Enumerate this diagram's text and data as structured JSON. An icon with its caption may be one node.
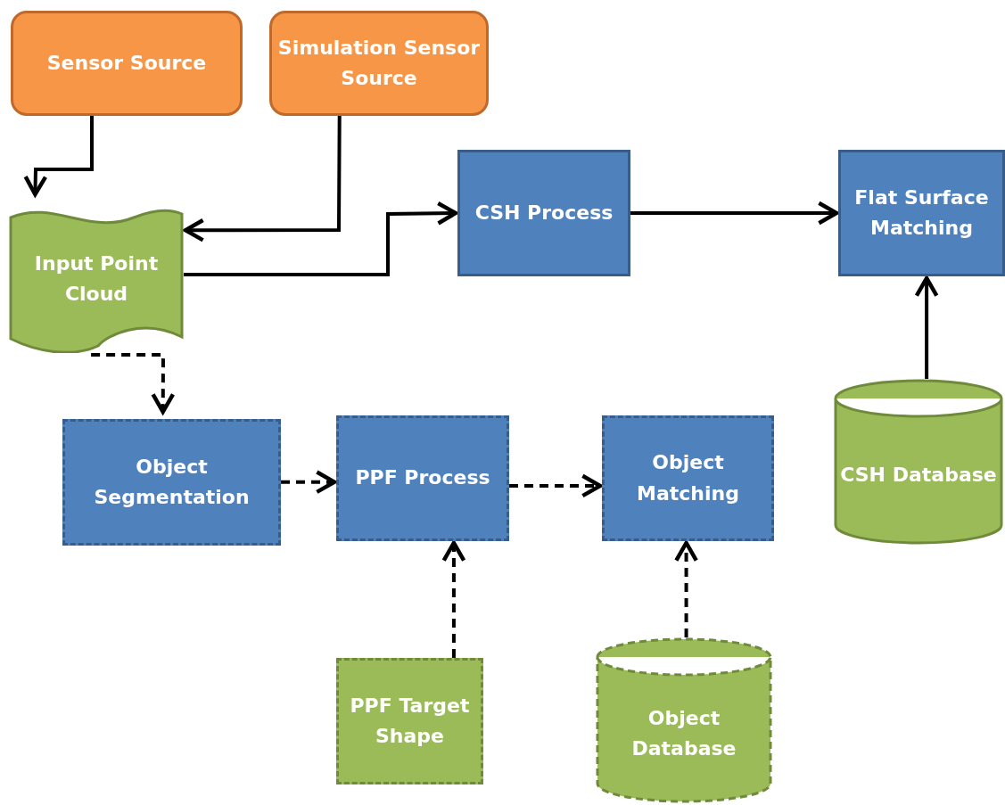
{
  "diagram": {
    "nodes": [
      {
        "text": [
          "Sensor Source"
        ]
      },
      {
        "text": [
          "Simulation Sensor Source"
        ]
      },
      {
        "text": [
          "Input Point Cloud"
        ]
      },
      {
        "text": [
          "CSH Process"
        ]
      },
      {
        "text": [
          "Flat Surface Matching"
        ]
      },
      {
        "text": [
          "CSH Database"
        ]
      },
      {
        "text": [
          "Object Segmentation"
        ]
      },
      {
        "text": [
          "PPF Process"
        ]
      },
      {
        "text": [
          "Object Matching"
        ]
      },
      {
        "text": [
          "PPF Target Shape"
        ]
      },
      {
        "text": [
          "Object Database"
        ]
      }
    ],
    "edges": [
      {
        "from": 0,
        "to": 2,
        "arrow": "to"
      },
      {
        "from": 1,
        "to": 2,
        "arrow": "to"
      },
      {
        "from": 2,
        "to": 3,
        "arrow": "to"
      },
      {
        "from": 3,
        "to": 4,
        "arrow": "to"
      },
      {
        "from": 5,
        "to": 4,
        "arrow": "to"
      },
      {
        "from": 2,
        "to": 6,
        "arrow": "to",
        "style": "dashed"
      },
      {
        "from": 6,
        "to": 7,
        "arrow": "to",
        "style": "dashed"
      },
      {
        "from": 7,
        "to": 8,
        "arrow": "to",
        "style": "dashed"
      },
      {
        "from": 9,
        "to": 7,
        "arrow": "to",
        "style": "dashed"
      },
      {
        "from": 10,
        "to": 8,
        "arrow": "to",
        "style": "dashed"
      }
    ]
  }
}
